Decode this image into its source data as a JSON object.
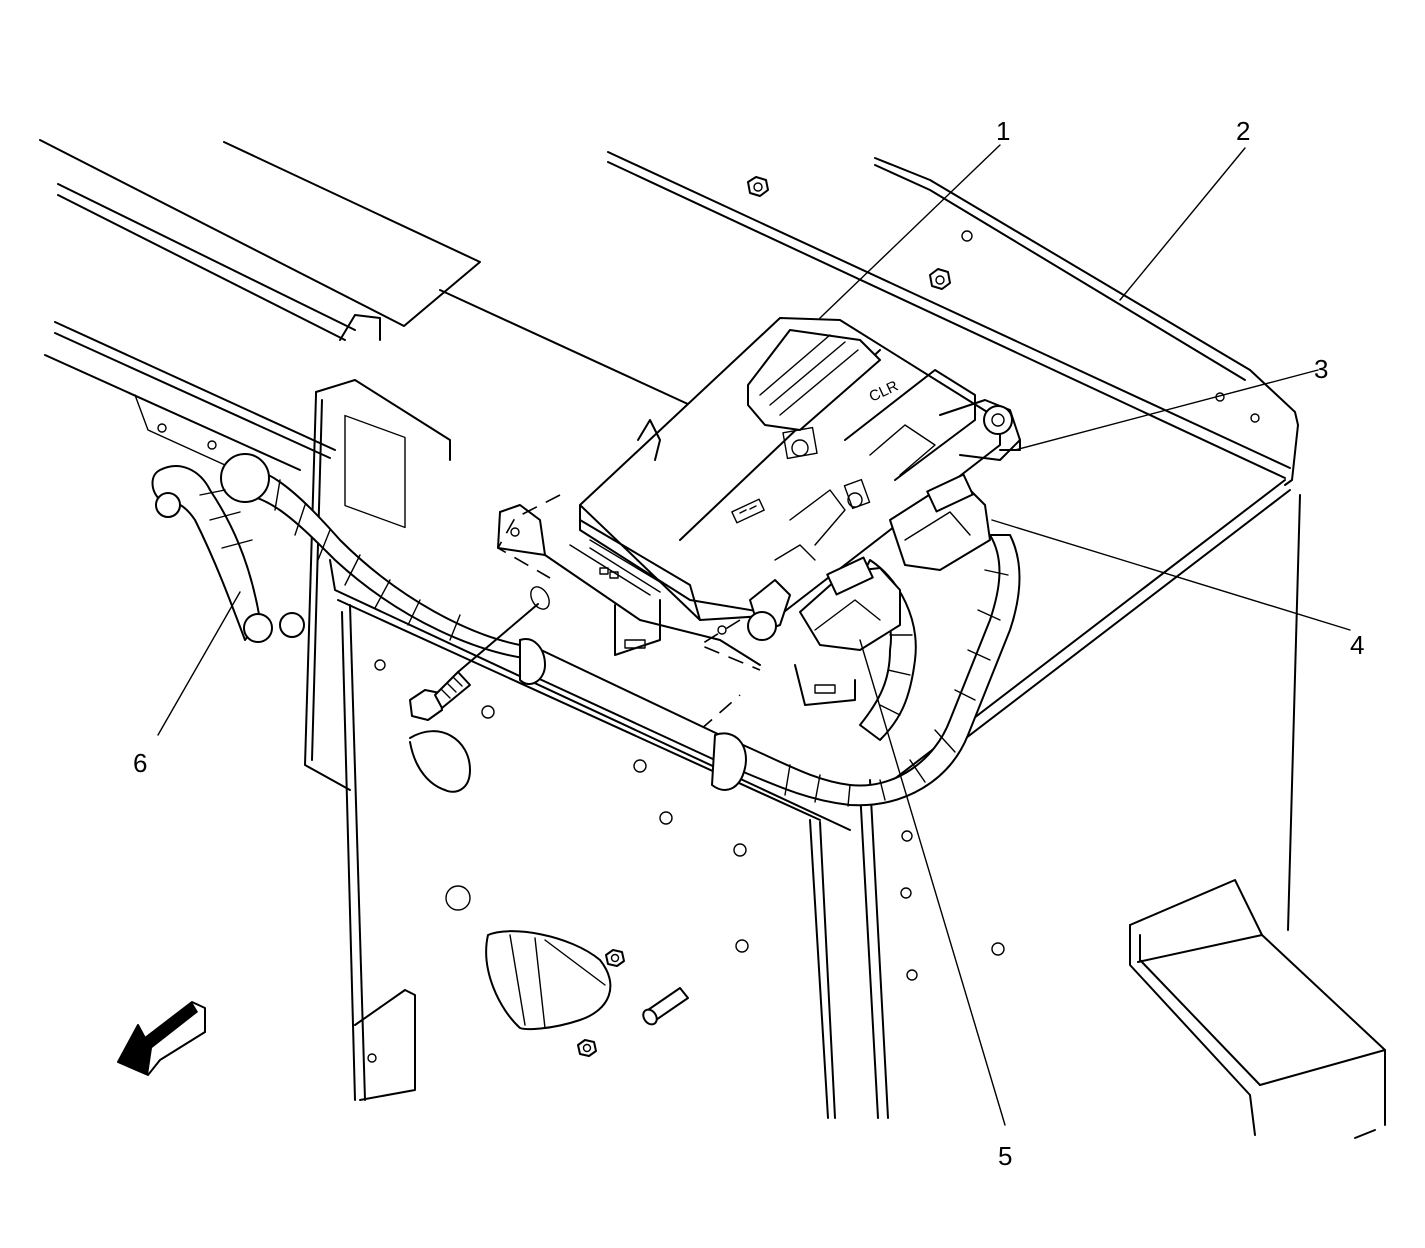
{
  "callouts": [
    {
      "id": "1",
      "label": "1"
    },
    {
      "id": "2",
      "label": "2"
    },
    {
      "id": "3",
      "label": "3"
    },
    {
      "id": "4",
      "label": "4"
    },
    {
      "id": "5",
      "label": "5"
    },
    {
      "id": "6",
      "label": "6"
    }
  ],
  "module_marking": "CLR",
  "icons": {
    "front_arrow": "arrow-front-icon",
    "nut": "hex-nut-icon",
    "bolt": "bolt-icon"
  },
  "colors": {
    "line": "#000000",
    "background": "#ffffff"
  }
}
